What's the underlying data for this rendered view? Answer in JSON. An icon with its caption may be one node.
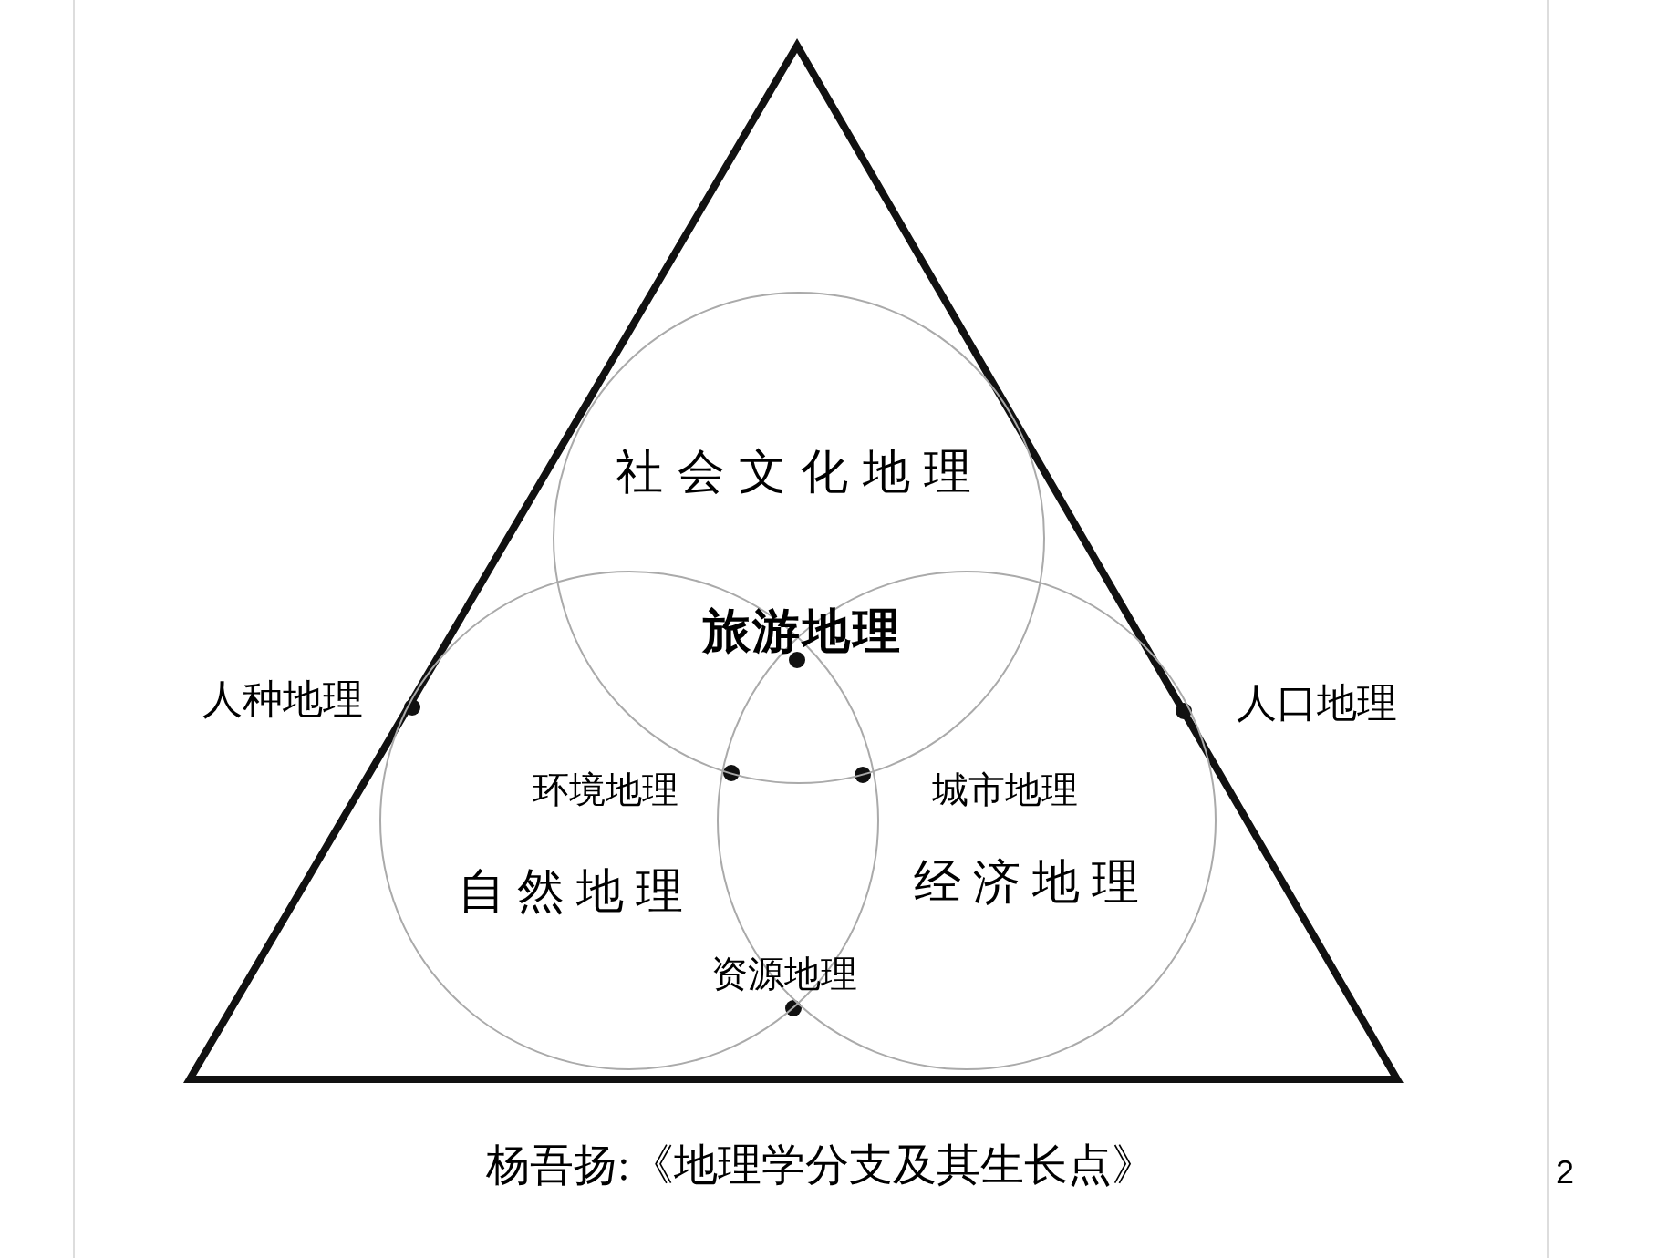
{
  "diagram": {
    "caption": "杨吾扬:《地理学分支及其生长点》",
    "nodes": [
      {
        "text": [
          "社会文化地理"
        ]
      },
      {
        "text": [
          "自然地理"
        ]
      },
      {
        "text": [
          "经济地理"
        ]
      }
    ],
    "edges": [],
    "labels": [
      "旅游地理",
      "人种地理",
      "人口地理",
      "环境地理",
      "城市地理",
      "资源地理",
      "2"
    ]
  }
}
